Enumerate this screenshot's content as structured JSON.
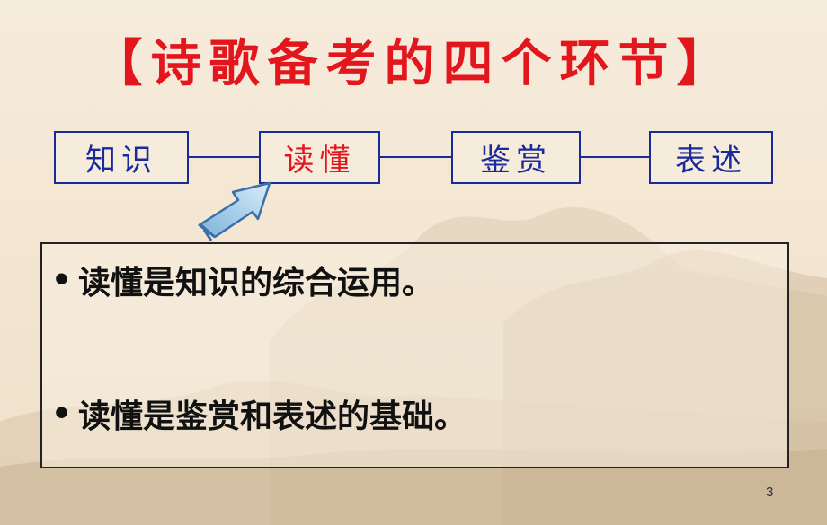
{
  "slide": {
    "title": "【诗歌备考的四个环节】",
    "steps": [
      {
        "label": "知识",
        "active": false
      },
      {
        "label": "读懂",
        "active": true
      },
      {
        "label": "鉴赏",
        "active": false
      },
      {
        "label": "表述",
        "active": false
      }
    ],
    "points": [
      {
        "bullet": "•",
        "text": "读懂是知识的综合运用。"
      },
      {
        "bullet": "•",
        "text": "读懂是鉴赏和表述的基础。"
      }
    ],
    "page_number": "3",
    "colors": {
      "title": "#e4161d",
      "box_border": "#1b2a9b",
      "active_text": "#e4161d",
      "arrow_fill": "#b5d8f0"
    }
  }
}
